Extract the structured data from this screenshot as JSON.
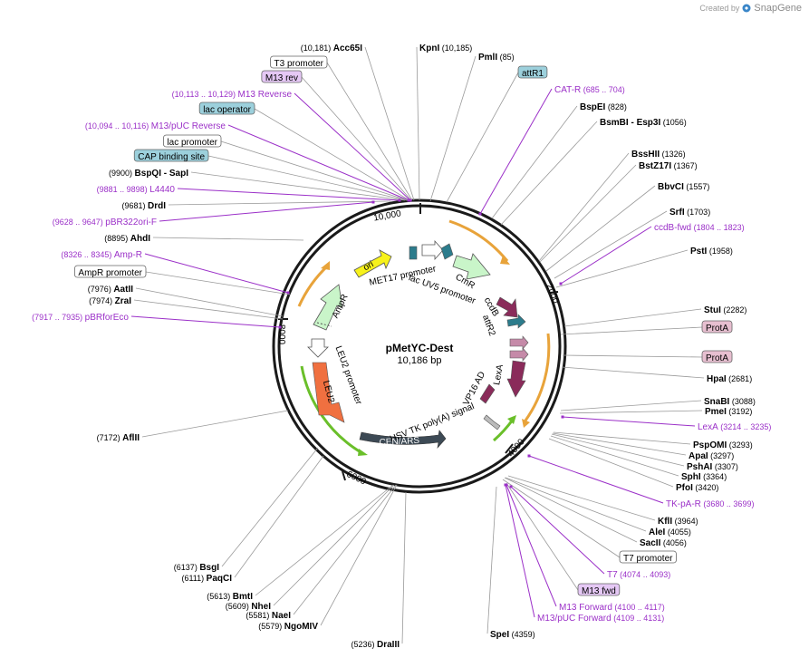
{
  "watermark": {
    "created_by": "Created by",
    "brand": "SnapGene"
  },
  "plasmid": {
    "name": "pMetYC-Dest",
    "size": "10,186 bp"
  },
  "colors": {
    "enzyme_line": "#9a9a9a",
    "primer": "#9b30c8",
    "feature_line": "#666666",
    "backbone": "#1a1a1a",
    "ori": "#f7f21b",
    "ampr": "#c9f5c9",
    "cmr": "#c9f5c9",
    "ccdb": "#8a2b5a",
    "attr": "#2c7c8c",
    "prota": "#c58aa8",
    "lexa": "#8a2b5a",
    "leu2": "#f07040",
    "cen_ars": "#3d4a55",
    "promoter": "#ffffff",
    "range_arrow": "#e8a33a",
    "green_arrow": "#6abf2a",
    "misc_blue": "#9cd0dc",
    "misc_purple": "#e5c8f5",
    "misc_pink": "#e7bfd0"
  },
  "ticks": [
    "10,000",
    "2000",
    "4000",
    "6000",
    "8000"
  ],
  "labels_left": [
    {
      "name": "Acc65I",
      "pos": "(10,181)",
      "kind": "enzyme"
    },
    {
      "name": "T3 promoter",
      "kind": "boxed"
    },
    {
      "name": "M13 rev",
      "kind": "boxed-purple"
    },
    {
      "name": "M13 Reverse",
      "pos": "(10,113 .. 10,129)",
      "kind": "primer"
    },
    {
      "name": "lac operator",
      "kind": "boxed-blue"
    },
    {
      "name": "M13/pUC Reverse",
      "pos": "(10,094 .. 10,116)",
      "kind": "primer"
    },
    {
      "name": "lac promoter",
      "kind": "boxed"
    },
    {
      "name": "CAP binding site",
      "kind": "boxed-blue"
    },
    {
      "name": "BspQI",
      "pos": "(9900)",
      "extra": "SapI",
      "kind": "enzyme"
    },
    {
      "name": "L4440",
      "pos": "(9881 .. 9898)",
      "kind": "primer"
    },
    {
      "name": "DrdI",
      "pos": "(9681)",
      "kind": "enzyme"
    },
    {
      "name": "pBR322ori-F",
      "pos": "(9628 .. 9647)",
      "kind": "primer"
    },
    {
      "name": "AhdI",
      "pos": "(8895)",
      "kind": "enzyme"
    },
    {
      "name": "Amp-R",
      "pos": "(8326 .. 8345)",
      "kind": "primer"
    },
    {
      "name": "AmpR promoter",
      "kind": "boxed"
    },
    {
      "name": "AatII",
      "pos": "(7976)",
      "kind": "enzyme"
    },
    {
      "name": "ZraI",
      "pos": "(7974)",
      "kind": "enzyme"
    },
    {
      "name": "pBRforEco",
      "pos": "(7917 .. 7935)",
      "kind": "primer"
    },
    {
      "name": "AflII",
      "pos": "(7172)",
      "kind": "enzyme"
    },
    {
      "name": "BsgI",
      "pos": "(6137)",
      "kind": "enzyme"
    },
    {
      "name": "PaqCI",
      "pos": "(6111)",
      "kind": "enzyme"
    },
    {
      "name": "BmtI",
      "pos": "(5613)",
      "kind": "enzyme"
    },
    {
      "name": "NheI",
      "pos": "(5609)",
      "kind": "enzyme"
    },
    {
      "name": "NaeI",
      "pos": "(5581)",
      "kind": "enzyme"
    },
    {
      "name": "NgoMIV",
      "pos": "(5579)",
      "kind": "enzyme"
    },
    {
      "name": "DraIII",
      "pos": "(5236)",
      "kind": "enzyme"
    }
  ],
  "labels_right": [
    {
      "name": "KpnI",
      "pos": "(10,185)",
      "kind": "enzyme"
    },
    {
      "name": "PmlI",
      "pos": "(85)",
      "kind": "enzyme"
    },
    {
      "name": "attR1",
      "kind": "boxed-blue"
    },
    {
      "name": "CAT-R",
      "pos": "(685 .. 704)",
      "kind": "primer"
    },
    {
      "name": "BspEI",
      "pos": "(828)",
      "kind": "enzyme"
    },
    {
      "name": "BsmBI",
      "extra": "Esp3I",
      "pos": "(1056)",
      "kind": "enzyme"
    },
    {
      "name": "BssHII",
      "pos": "(1326)",
      "kind": "enzyme"
    },
    {
      "name": "BstZ17I",
      "pos": "(1367)",
      "kind": "enzyme"
    },
    {
      "name": "BbvCI",
      "pos": "(1557)",
      "kind": "enzyme"
    },
    {
      "name": "SrfI",
      "pos": "(1703)",
      "kind": "enzyme"
    },
    {
      "name": "ccdB-fwd",
      "pos": "(1804 .. 1823)",
      "kind": "primer"
    },
    {
      "name": "PstI",
      "pos": "(1958)",
      "kind": "enzyme"
    },
    {
      "name": "StuI",
      "pos": "(2282)",
      "kind": "enzyme"
    },
    {
      "name": "ProtA",
      "kind": "boxed-pink"
    },
    {
      "name": "ProtA",
      "kind": "boxed-pink"
    },
    {
      "name": "HpaI",
      "pos": "(2681)",
      "kind": "enzyme"
    },
    {
      "name": "SnaBI",
      "pos": "(3088)",
      "kind": "enzyme"
    },
    {
      "name": "PmeI",
      "pos": "(3192)",
      "kind": "enzyme"
    },
    {
      "name": "LexA",
      "pos": "(3214 .. 3235)",
      "kind": "primer"
    },
    {
      "name": "PspOMI",
      "pos": "(3293)",
      "kind": "enzyme"
    },
    {
      "name": "ApaI",
      "pos": "(3297)",
      "kind": "enzyme"
    },
    {
      "name": "PshAI",
      "pos": "(3307)",
      "kind": "enzyme"
    },
    {
      "name": "SphI",
      "pos": "(3364)",
      "kind": "enzyme"
    },
    {
      "name": "PfoI",
      "pos": "(3420)",
      "kind": "enzyme"
    },
    {
      "name": "TK-pA-R",
      "pos": "(3680 .. 3699)",
      "kind": "primer"
    },
    {
      "name": "KflI",
      "pos": "(3964)",
      "kind": "enzyme"
    },
    {
      "name": "AleI",
      "pos": "(4055)",
      "kind": "enzyme"
    },
    {
      "name": "SacII",
      "pos": "(4056)",
      "kind": "enzyme"
    },
    {
      "name": "T7 promoter",
      "kind": "boxed"
    },
    {
      "name": "T7",
      "pos": "(4074 .. 4093)",
      "kind": "primer"
    },
    {
      "name": "M13 fwd",
      "kind": "boxed-purple"
    },
    {
      "name": "M13 Forward",
      "pos": "(4100 .. 4117)",
      "kind": "primer"
    },
    {
      "name": "M13/pUC Forward",
      "pos": "(4109 .. 4131)",
      "kind": "primer"
    },
    {
      "name": "SpeI",
      "pos": "(4359)",
      "kind": "enzyme"
    }
  ],
  "inner_features": [
    {
      "name": "ori",
      "type": "ori"
    },
    {
      "name": "MET17 promoter",
      "type": "promoter-label"
    },
    {
      "name": "lac UV5 promoter",
      "type": "promoter-label"
    },
    {
      "name": "CmR",
      "type": "cmr"
    },
    {
      "name": "ccdB",
      "type": "ccdb"
    },
    {
      "name": "attR2",
      "type": "attr"
    },
    {
      "name": "LexA",
      "type": "lexa"
    },
    {
      "name": "VP16 AD",
      "type": "label"
    },
    {
      "name": "HSV TK poly(A) signal",
      "type": "label"
    },
    {
      "name": "CEN/ARS",
      "type": "cen_ars"
    },
    {
      "name": "LEU2",
      "type": "leu2"
    },
    {
      "name": "LEU2 promoter",
      "type": "promoter-label"
    },
    {
      "name": "AmpR",
      "type": "ampr"
    }
  ]
}
